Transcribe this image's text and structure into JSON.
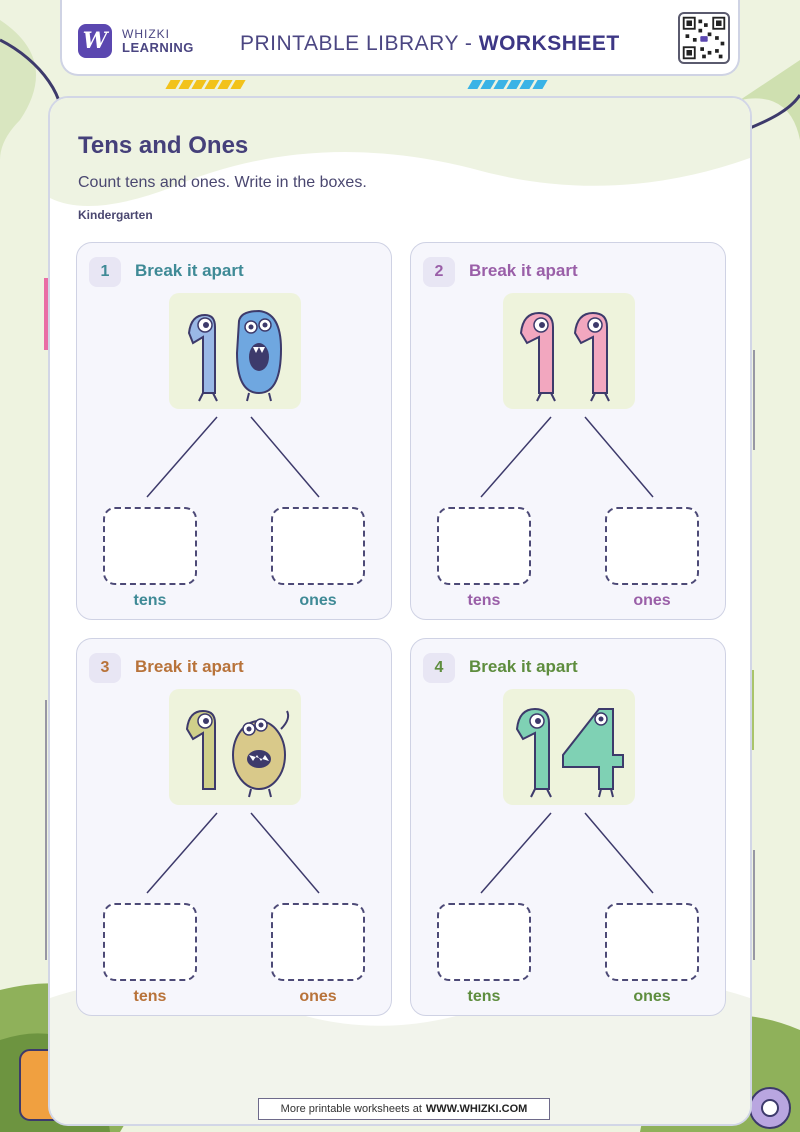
{
  "header": {
    "brand_line1": "WHIZKI",
    "brand_line2": "LEARNING",
    "logo_letter": "W",
    "title_prefix": "PRINTABLE LIBRARY - ",
    "title_bold": "WORKSHEET"
  },
  "worksheet": {
    "title": "Tens and Ones",
    "instruction": "Count tens and ones. Write in the boxes.",
    "grade": "Kindergarten"
  },
  "problems": [
    {
      "number": "1",
      "title": "Break it apart",
      "label_left": "tens",
      "label_right": "ones",
      "color": "#3f8a96",
      "image": "monster-number-10-icon"
    },
    {
      "number": "2",
      "title": "Break it apart",
      "label_left": "tens",
      "label_right": "ones",
      "color": "#9a5fa8",
      "image": "monster-number-11-icon"
    },
    {
      "number": "3",
      "title": "Break it apart",
      "label_left": "tens",
      "label_right": "ones",
      "color": "#b8733a",
      "image": "monster-number-10-icon"
    },
    {
      "number": "4",
      "title": "Break it apart",
      "label_left": "tens",
      "label_right": "ones",
      "color": "#5e8d3e",
      "image": "monster-number-14-icon"
    }
  ],
  "footer": {
    "text": "More printable worksheets at",
    "link": "WWW.WHIZKI.COM"
  },
  "colors": {
    "brand": "#5b47b0",
    "accent_yellow": "#f2c21b",
    "accent_blue": "#3ab3e6",
    "accent_pink": "#e8559a",
    "accent_green": "#a9c46a"
  }
}
